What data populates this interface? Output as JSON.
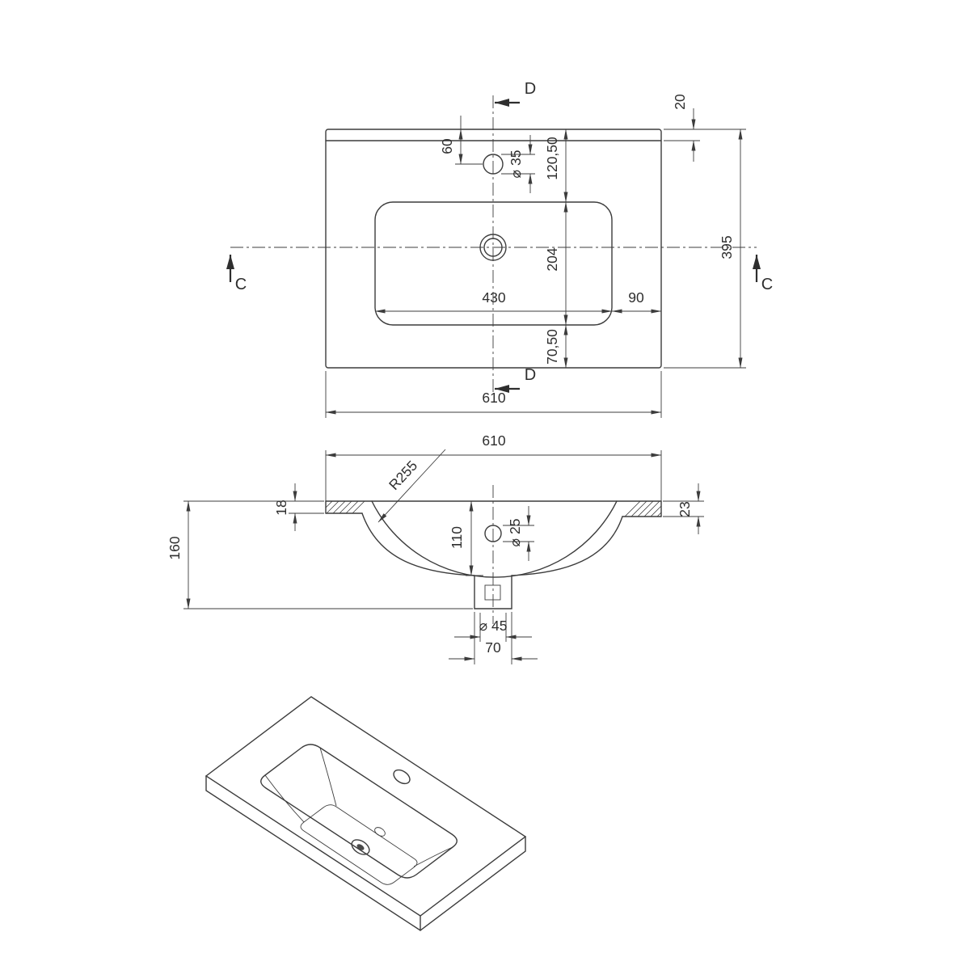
{
  "meta": {
    "line_color": "#3c3c3c",
    "text_color": "#2e2e2e",
    "background": "#ffffff"
  },
  "top_view": {
    "section_d_top": "D",
    "section_d_bottom": "D",
    "section_c_left": "C",
    "section_c_right": "C",
    "dim_faucet_offset": "60",
    "dim_faucet_dia": "⌀ 35",
    "dim_rim": "20",
    "dim_top_to_basin": "120,50",
    "dim_basin_depth": "204",
    "dim_basin_width": "430",
    "dim_basin_to_edge": "90",
    "dim_basin_to_bottom": "70,50",
    "dim_height": "395",
    "dim_width": "610"
  },
  "section_view": {
    "dim_width": "610",
    "dim_radius": "R255",
    "dim_left_thickness": "18",
    "dim_right_thickness": "23",
    "dim_height": "160",
    "dim_bowl_depth": "110",
    "dim_overflow_dia": "⌀ 25",
    "dim_drain_dia": "⌀ 45",
    "dim_drain_width": "70"
  }
}
